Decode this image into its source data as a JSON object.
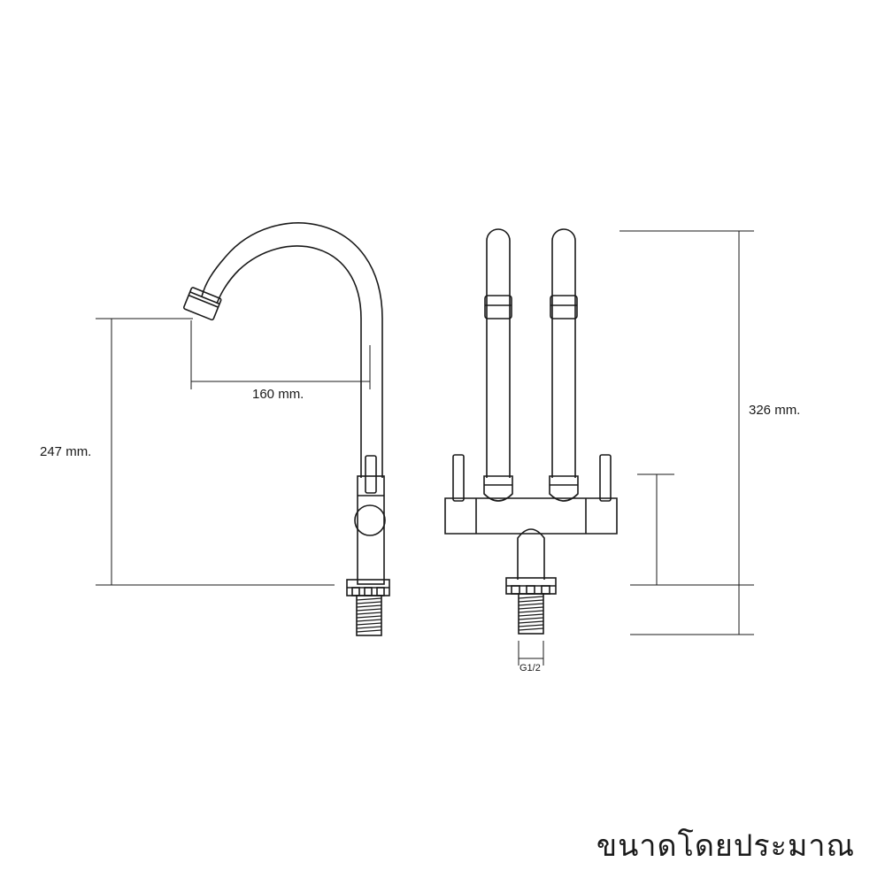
{
  "dimensions": {
    "spout_reach": "160 mm.",
    "spout_height": "247 mm.",
    "total_height": "326 mm.",
    "thread_size": "G1/2"
  },
  "caption": "ขนาดโดยประมาณ",
  "colors": {
    "line": "#1a1a1a",
    "background": "#ffffff"
  }
}
